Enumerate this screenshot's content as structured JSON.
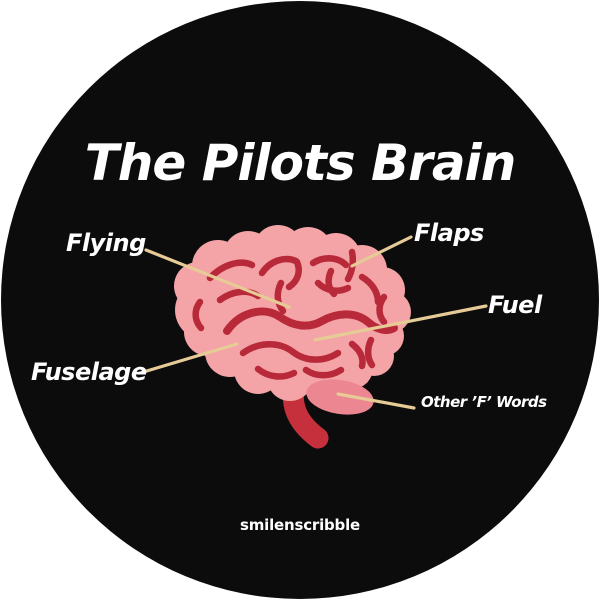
{
  "title": "The Pilots Brain",
  "watermark": "smilenscribble",
  "labels": {
    "flying": "Flying",
    "flaps": "Flaps",
    "fuel": "Fuel",
    "fuselage": "Fuselage",
    "other_f_words": "Other ’F’ Words"
  },
  "colors": {
    "background": "#ffffff",
    "circle": "#0c0c0c",
    "text": "#ffffff",
    "leader_line": "#e6cb96",
    "brain_pink": "#f4a3a6",
    "brain_fold": "#b8293a",
    "cerebellum": "#ec8791",
    "brain_stem": "#c5303c"
  }
}
